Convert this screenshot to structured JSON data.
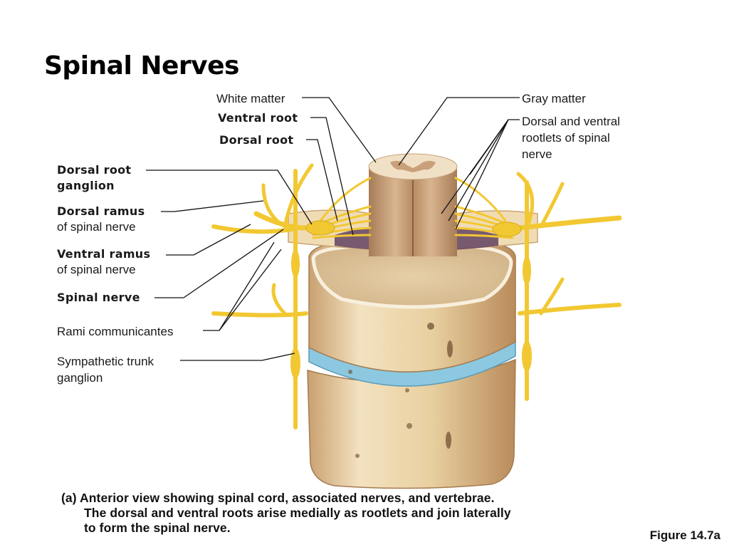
{
  "slide": {
    "title": "Spinal Nerves",
    "figure_number": "Figure 14.7a"
  },
  "labels": {
    "white_matter": "White matter",
    "ventral_root": "Ventral root",
    "dorsal_root": "Dorsal root",
    "gray_matter": "Gray matter",
    "rootlets_line1": "Dorsal and ventral",
    "rootlets_line2": "rootlets of spinal",
    "rootlets_line3": "nerve",
    "drg_line1": "Dorsal root",
    "drg_line2": "ganglion",
    "dorsal_ramus": "Dorsal ramus",
    "dorsal_ramus_sub": "of spinal nerve",
    "ventral_ramus": "Ventral ramus",
    "ventral_ramus_sub": "of spinal nerve",
    "spinal_nerve": "Spinal nerve",
    "rami_communicantes": "Rami communicantes",
    "sympathetic_line1": "Sympathetic trunk",
    "sympathetic_line2": "ganglion"
  },
  "caption": {
    "line1": "(a) Anterior view showing spinal cord, associated nerves, and vertebrae.",
    "line2": "The dorsal and ventral roots arise medially as rootlets and join laterally",
    "line3": "to form the spinal nerve."
  },
  "colors": {
    "nerve": "#f2c832",
    "bone": "#e9cf9e",
    "disc": "#8cc8e0",
    "cord": "#c9a27a",
    "dura": "#5a3a5e"
  }
}
